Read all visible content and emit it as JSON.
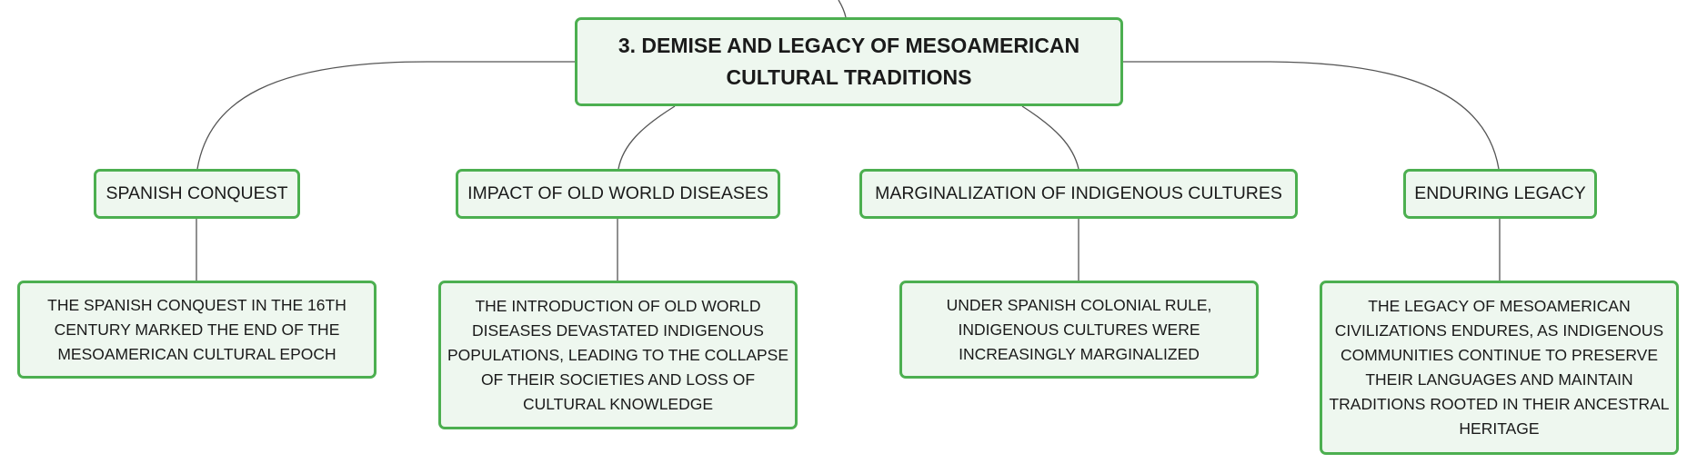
{
  "root": {
    "title": "3. DEMISE AND LEGACY OF MESOAMERICAN CULTURAL TRADITIONS"
  },
  "branches": [
    {
      "label": "SPANISH CONQUEST",
      "detail": "THE SPANISH CONQUEST IN THE 16TH CENTURY MARKED THE END OF THE MESOAMERICAN CULTURAL EPOCH"
    },
    {
      "label": "IMPACT OF OLD WORLD DISEASES",
      "detail": "THE INTRODUCTION OF OLD WORLD DISEASES DEVASTATED INDIGENOUS POPULATIONS, LEADING TO THE COLLAPSE OF THEIR SOCIETIES AND LOSS OF CULTURAL KNOWLEDGE"
    },
    {
      "label": "MARGINALIZATION OF INDIGENOUS CULTURES",
      "detail": "UNDER SPANISH COLONIAL RULE, INDIGENOUS CULTURES WERE INCREASINGLY MARGINALIZED"
    },
    {
      "label": "ENDURING LEGACY",
      "detail": "THE LEGACY OF MESOAMERICAN CIVILIZATIONS ENDURES, AS INDIGENOUS COMMUNITIES CONTINUE TO PRESERVE THEIR LANGUAGES AND MAINTAIN TRADITIONS ROOTED IN THEIR ANCESTRAL HERITAGE"
    }
  ],
  "colors": {
    "node_border": "#4caf50",
    "node_fill": "#eef7ef",
    "connector": "#555555",
    "text": "#1a1a1a"
  }
}
